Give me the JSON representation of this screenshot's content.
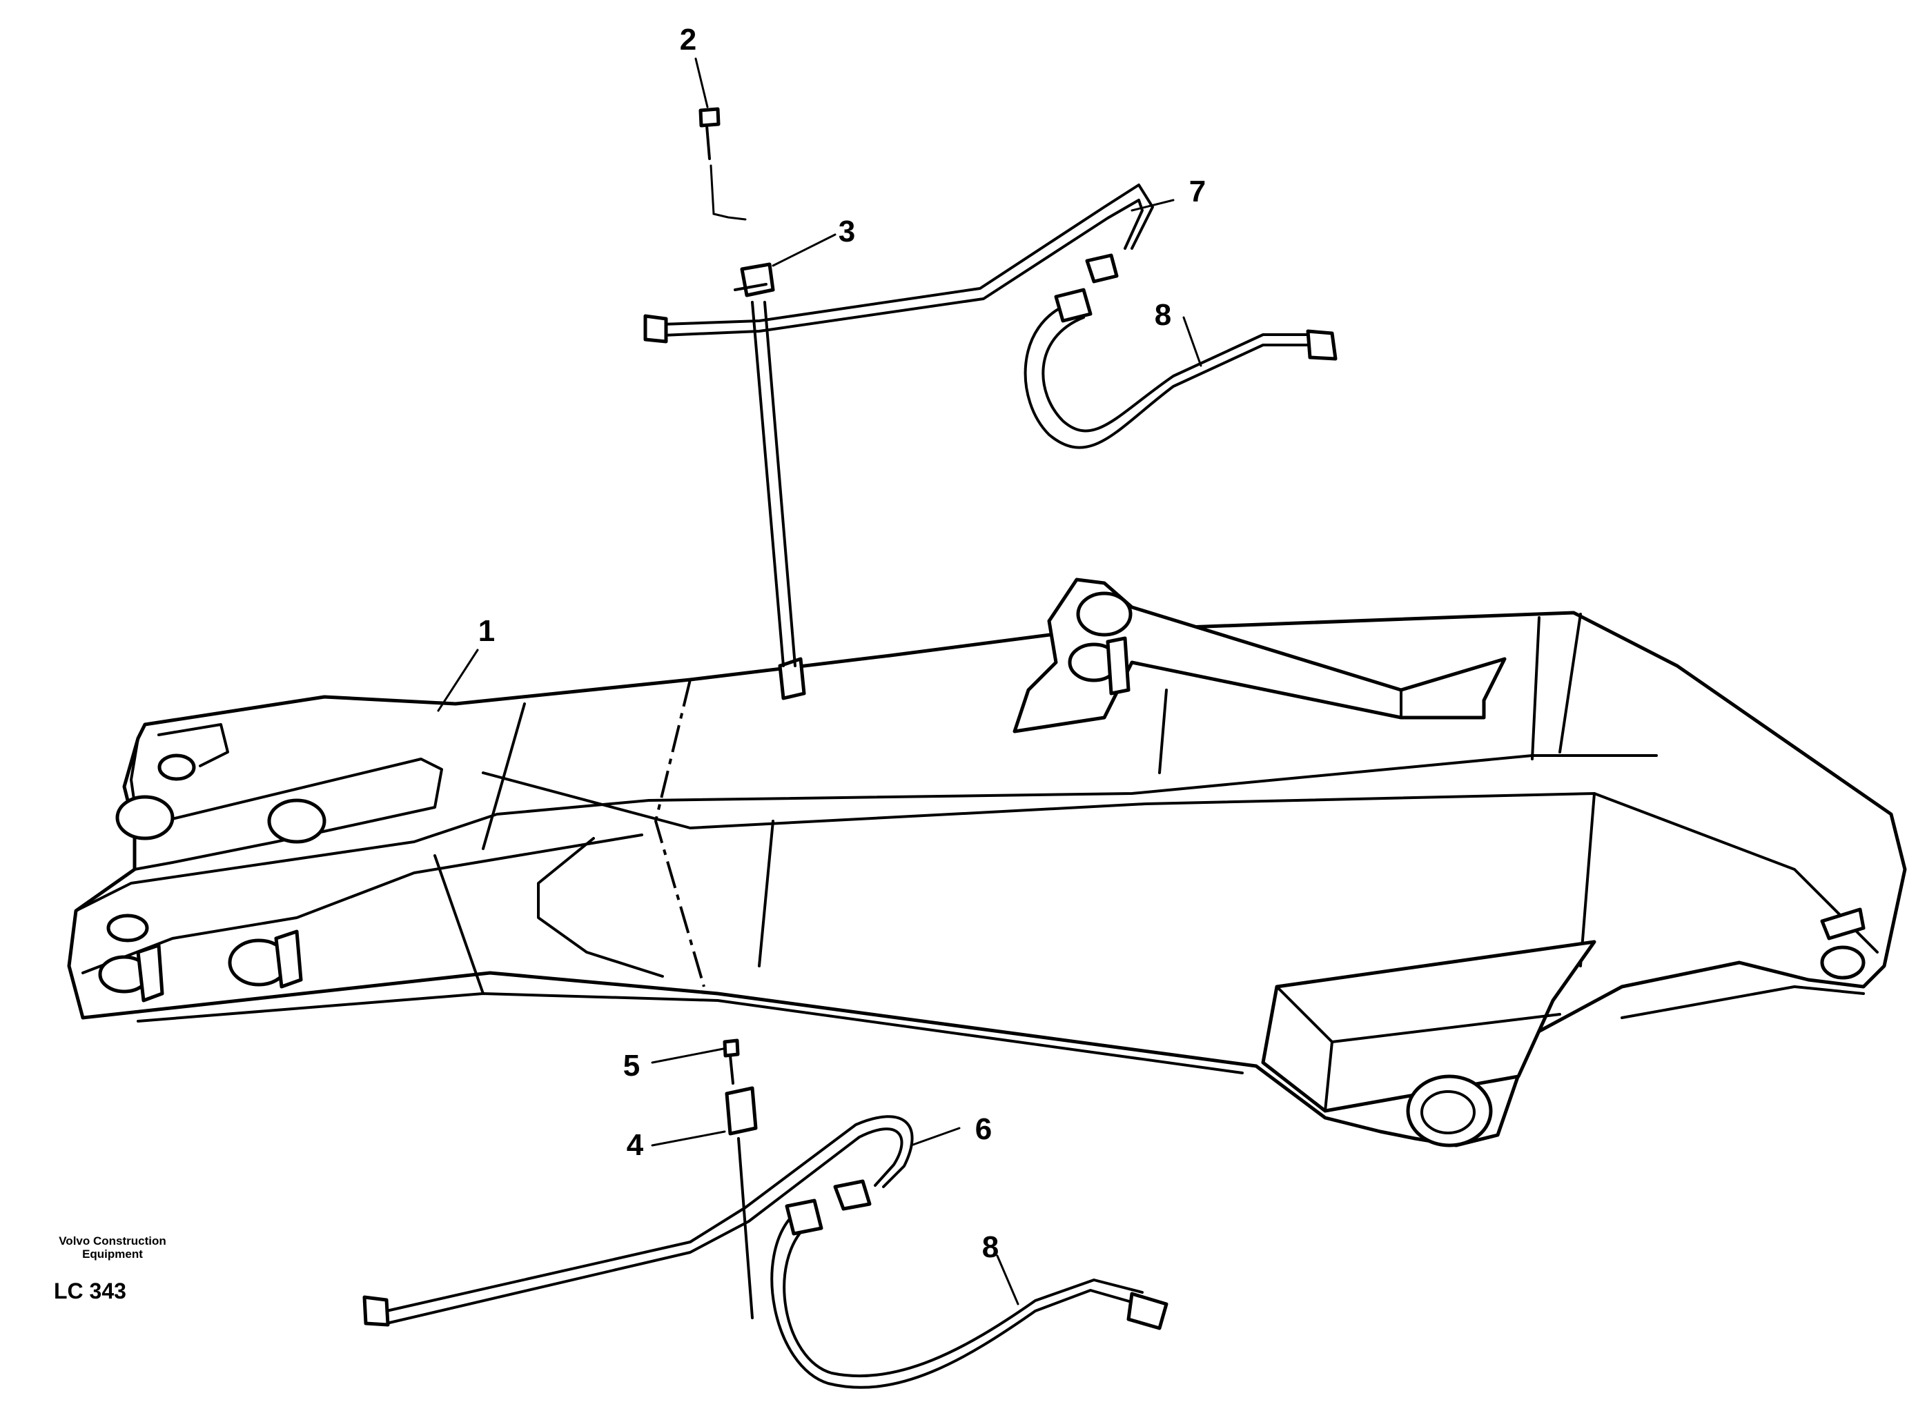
{
  "callouts": [
    {
      "id": "1",
      "label": "1"
    },
    {
      "id": "2",
      "label": "2"
    },
    {
      "id": "3",
      "label": "3"
    },
    {
      "id": "4",
      "label": "4"
    },
    {
      "id": "5",
      "label": "5"
    },
    {
      "id": "6",
      "label": "6"
    },
    {
      "id": "7",
      "label": "7"
    },
    {
      "id": "8a",
      "label": "8"
    },
    {
      "id": "8b",
      "label": "8"
    }
  ],
  "footer": {
    "maker_line1": "Volvo Construction",
    "maker_line2": "Equipment",
    "code": "LC 343"
  }
}
